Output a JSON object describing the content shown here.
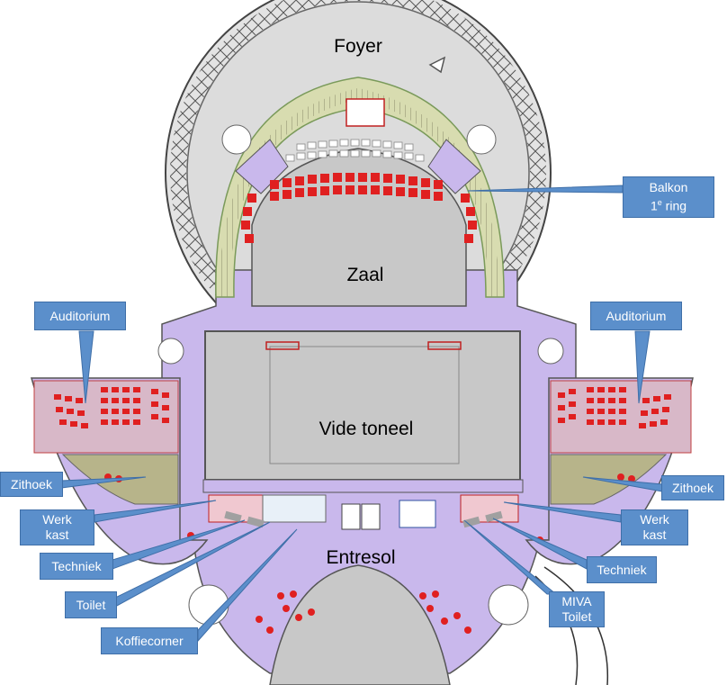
{
  "zones": {
    "foyer": "Foyer",
    "zaal": "Zaal",
    "vide_toneel": "Vide toneel",
    "entresol": "Entresol"
  },
  "callouts": {
    "balkon": {
      "line1": "Balkon",
      "line2": "1",
      "sup": "e",
      "line2_rest": " ring"
    },
    "auditorium_left": "Auditorium",
    "auditorium_right": "Auditorium",
    "zithoek_left": "Zithoek",
    "zithoek_right": "Zithoek",
    "werkkast_left": {
      "line1": "Werk",
      "line2": "kast"
    },
    "werkkast_right": {
      "line1": "Werk",
      "line2": "kast"
    },
    "techniek_left": "Techniek",
    "techniek_right": "Techniek",
    "toilet": "Toilet",
    "koffiecorner": "Koffiecorner",
    "miva_toilet": {
      "line1": "MIVA",
      "line2": "Toilet"
    }
  },
  "colors": {
    "callout_fill": "#5b8fcb",
    "floor_purple": "#c9b8ec",
    "hall_grey": "#c8c8c8",
    "olive": "#b7b48a",
    "seat_red": "#e02020",
    "auditorium_pink": "#d8b8c8"
  }
}
